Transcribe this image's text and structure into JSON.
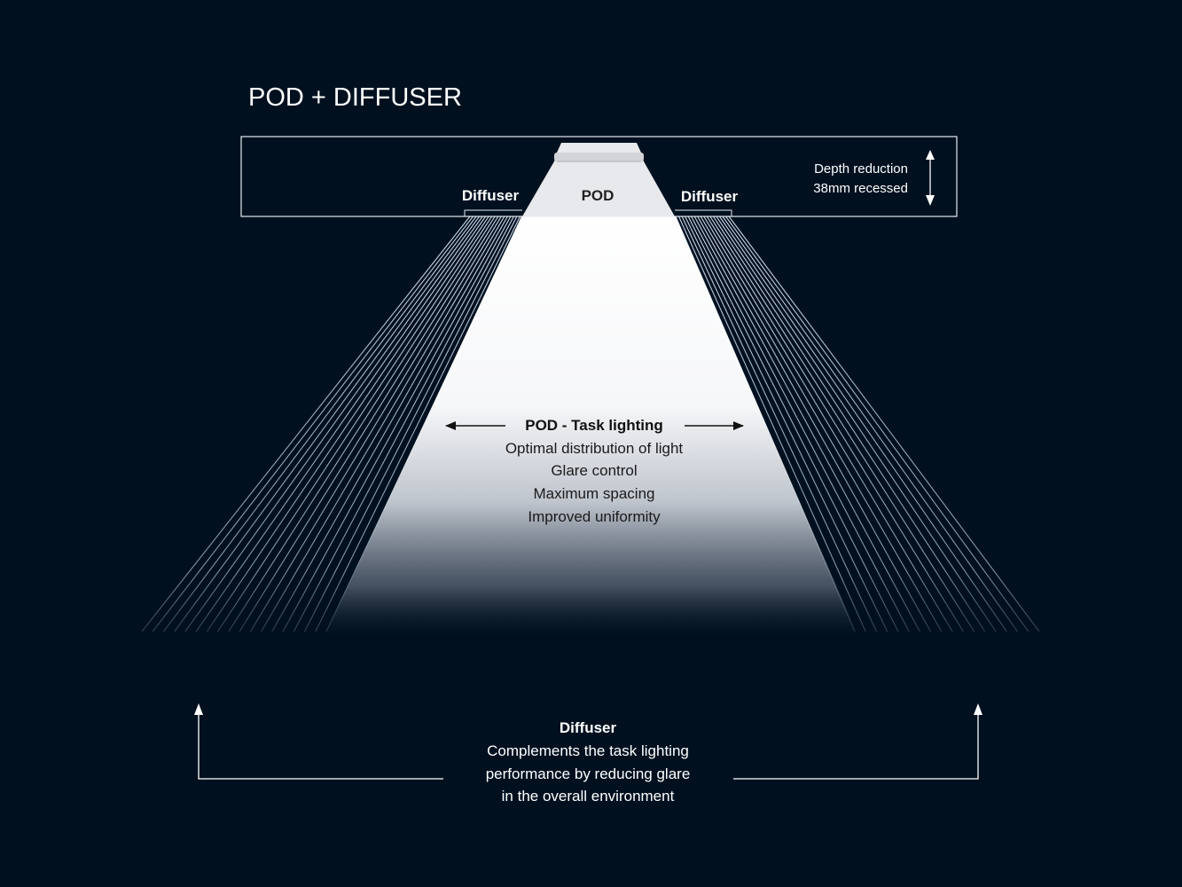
{
  "diagram": {
    "title": "POD + DIFFUSER",
    "labels": {
      "diffuser_left": "Diffuser",
      "pod": "POD",
      "diffuser_right": "Diffuser"
    },
    "depth": {
      "line1": "Depth reduction",
      "line2": "38mm recessed"
    },
    "task": {
      "heading": "POD - Task lighting",
      "points": [
        "Optimal distribution of light",
        "Glare control",
        "Maximum spacing",
        "Improved uniformity"
      ]
    },
    "diffuser_note": {
      "heading": "Diffuser",
      "lines": [
        "Complements the task lighting",
        "performance by reducing glare",
        "in the overall environment"
      ]
    },
    "colors": {
      "background": "#00101f",
      "beam_white": "#ffffff",
      "diffuser_lines": "#c8d6ea",
      "outline": "#e6ebf2"
    }
  }
}
